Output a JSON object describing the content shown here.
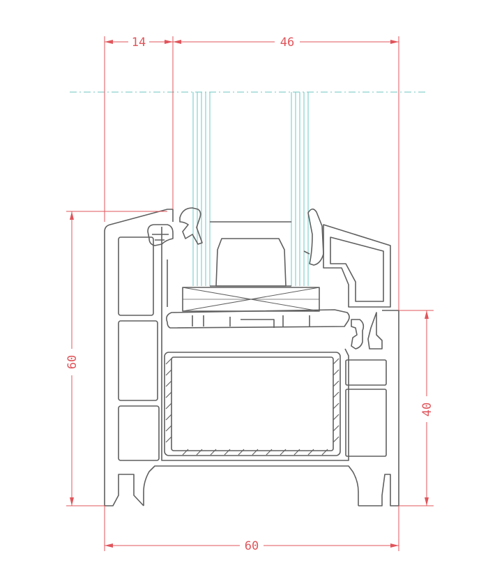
{
  "dimensions": {
    "top_left": "14",
    "top_right": "46",
    "left_height": "60",
    "right_height": "40",
    "bottom_width": "60"
  },
  "colors": {
    "profile": "#5f5f5f",
    "dimension": "#e0555b",
    "glass": "#7fd1cf",
    "glass_axis": "#6cc4c2",
    "background": "#ffffff"
  }
}
